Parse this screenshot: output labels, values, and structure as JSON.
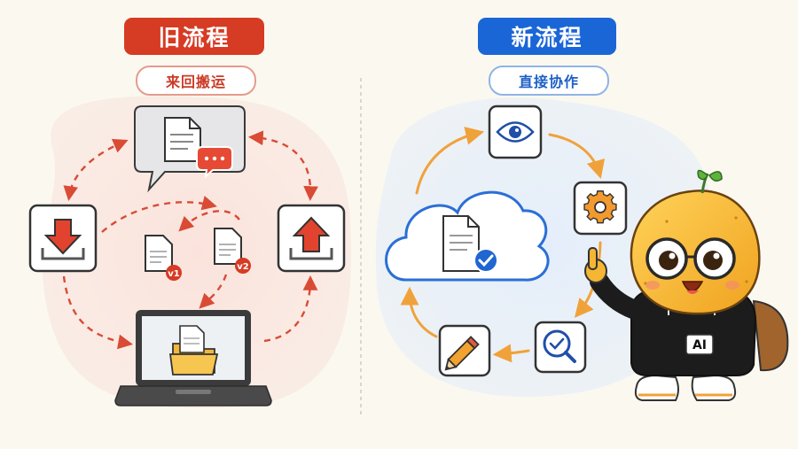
{
  "old_flow": {
    "title": "旧流程",
    "subtitle": "来回搬运",
    "version_badges": [
      "v1",
      "v2"
    ],
    "accent_color": "#d63b24"
  },
  "new_flow": {
    "title": "新流程",
    "subtitle": "直接协作",
    "mascot_badge": "AI",
    "accent_color": "#1a66d6",
    "arrow_color": "#f0a23a"
  }
}
